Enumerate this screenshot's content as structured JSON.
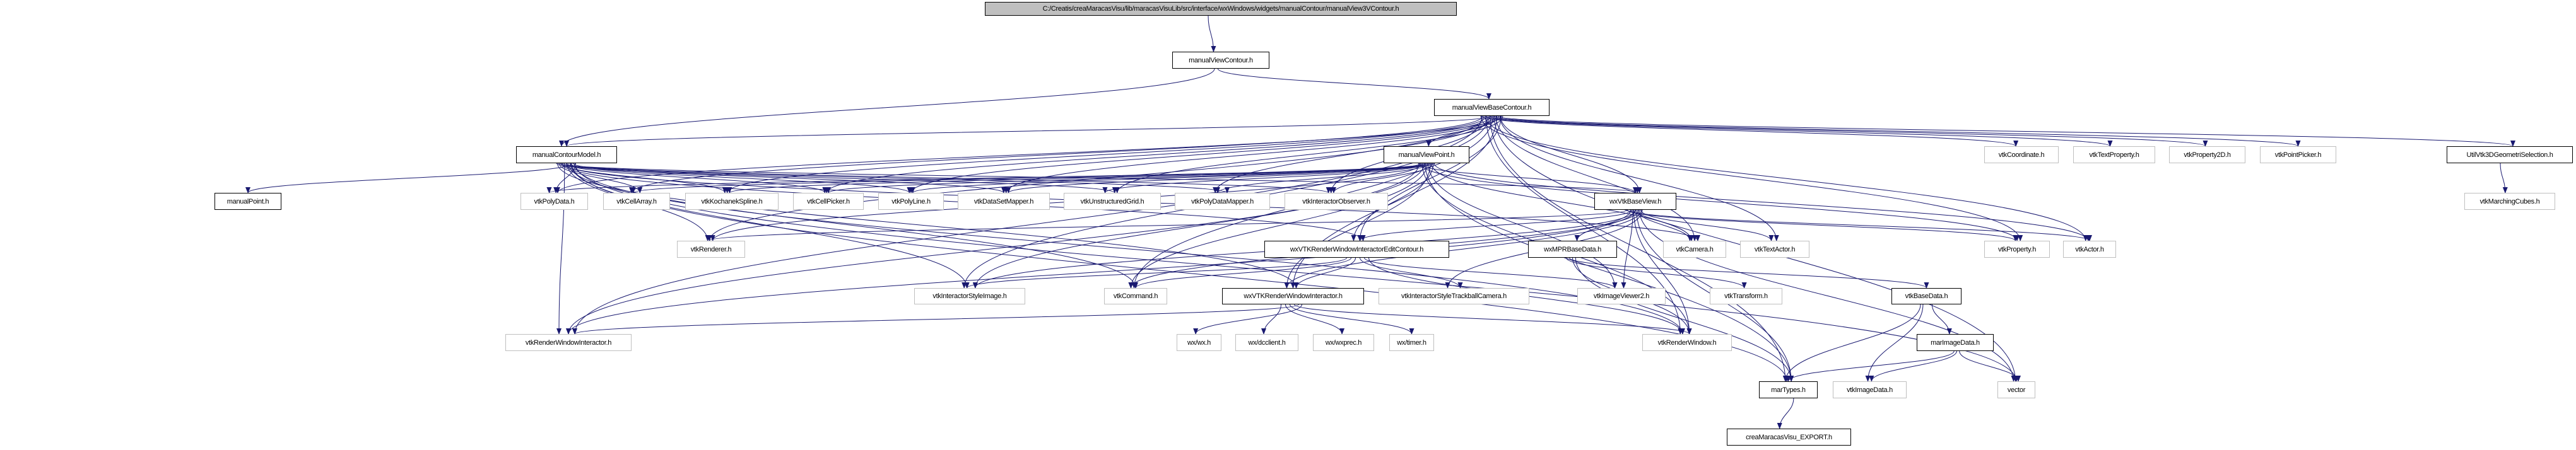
{
  "graph": {
    "edge_color": "#191970",
    "root_fill": "#bfbfbf",
    "nodes": [
      {
        "id": "root",
        "label": "C:/Creatis/creaMaracasVisu/lib/maracasVisuLib/src/interface/wxWindows/widgets/manualContour/manualView3VContour.h",
        "kind": "root"
      },
      {
        "id": "mvc",
        "label": "manualViewContour.h",
        "kind": "doc"
      },
      {
        "id": "mvbc",
        "label": "manualViewBaseContour.h",
        "kind": "doc"
      },
      {
        "id": "mcm",
        "label": "manualContourModel.h",
        "kind": "doc"
      },
      {
        "id": "mvp",
        "label": "manualViewPoint.h",
        "kind": "doc"
      },
      {
        "id": "coord",
        "label": "vtkCoordinate.h",
        "kind": "ext"
      },
      {
        "id": "textprop",
        "label": "vtkTextProperty.h",
        "kind": "ext"
      },
      {
        "id": "prop2d",
        "label": "vtkProperty2D.h",
        "kind": "ext"
      },
      {
        "id": "ptpick",
        "label": "vtkPointPicker.h",
        "kind": "ext"
      },
      {
        "id": "util3d",
        "label": "UtilVtk3DGeometriSelection.h",
        "kind": "doc"
      },
      {
        "id": "mpoint",
        "label": "manualPoint.h",
        "kind": "doc"
      },
      {
        "id": "polydata",
        "label": "vtkPolyData.h",
        "kind": "ext"
      },
      {
        "id": "cellarray",
        "label": "vtkCellArray.h",
        "kind": "ext"
      },
      {
        "id": "kochanek",
        "label": "vtkKochanekSpline.h",
        "kind": "ext"
      },
      {
        "id": "cellpick",
        "label": "vtkCellPicker.h",
        "kind": "ext"
      },
      {
        "id": "polyline",
        "label": "vtkPolyLine.h",
        "kind": "ext"
      },
      {
        "id": "dsmapper",
        "label": "vtkDataSetMapper.h",
        "kind": "ext"
      },
      {
        "id": "ugrid",
        "label": "vtkUnstructuredGrid.h",
        "kind": "ext"
      },
      {
        "id": "pdmapper",
        "label": "vtkPolyDataMapper.h",
        "kind": "ext"
      },
      {
        "id": "intobs",
        "label": "vtkInteractorObserver.h",
        "kind": "ext"
      },
      {
        "id": "wxbase",
        "label": "wxVtkBaseView.h",
        "kind": "doc"
      },
      {
        "id": "mcubes",
        "label": "vtkMarchingCubes.h",
        "kind": "ext"
      },
      {
        "id": "renderer",
        "label": "vtkRenderer.h",
        "kind": "ext"
      },
      {
        "id": "rwiedit",
        "label": "wxVTKRenderWindowInteractorEditContour.h",
        "kind": "doc"
      },
      {
        "id": "mpr",
        "label": "wxMPRBaseData.h",
        "kind": "doc"
      },
      {
        "id": "camera",
        "label": "vtkCamera.h",
        "kind": "ext"
      },
      {
        "id": "textactor",
        "label": "vtkTextActor.h",
        "kind": "ext"
      },
      {
        "id": "property",
        "label": "vtkProperty.h",
        "kind": "ext"
      },
      {
        "id": "actor",
        "label": "vtkActor.h",
        "kind": "ext"
      },
      {
        "id": "isimage",
        "label": "vtkInteractorStyleImage.h",
        "kind": "ext"
      },
      {
        "id": "command",
        "label": "vtkCommand.h",
        "kind": "ext"
      },
      {
        "id": "wxrwi",
        "label": "wxVTKRenderWindowInteractor.h",
        "kind": "doc"
      },
      {
        "id": "trackball",
        "label": "vtkInteractorStyleTrackballCamera.h",
        "kind": "ext"
      },
      {
        "id": "viewer2",
        "label": "vtkImageViewer2.h",
        "kind": "ext"
      },
      {
        "id": "transform",
        "label": "vtkTransform.h",
        "kind": "ext"
      },
      {
        "id": "basedata",
        "label": "vtkBaseData.h",
        "kind": "doc"
      },
      {
        "id": "rwi",
        "label": "vtkRenderWindowInteractor.h",
        "kind": "ext"
      },
      {
        "id": "wxwx",
        "label": "wx/wx.h",
        "kind": "ext"
      },
      {
        "id": "dcclient",
        "label": "wx/dcclient.h",
        "kind": "ext"
      },
      {
        "id": "wxprec",
        "label": "wx/wxprec.h",
        "kind": "ext"
      },
      {
        "id": "timer",
        "label": "wx/timer.h",
        "kind": "ext"
      },
      {
        "id": "renwin",
        "label": "vtkRenderWindow.h",
        "kind": "ext"
      },
      {
        "id": "marimg",
        "label": "marImageData.h",
        "kind": "doc"
      },
      {
        "id": "martypes",
        "label": "marTypes.h",
        "kind": "doc"
      },
      {
        "id": "imgdata",
        "label": "vtkImageData.h",
        "kind": "ext"
      },
      {
        "id": "vector",
        "label": "vector",
        "kind": "ext"
      },
      {
        "id": "export",
        "label": "creaMaracasVisu_EXPORT.h",
        "kind": "doc"
      }
    ],
    "edges": [
      [
        "root",
        "mvc"
      ],
      [
        "mvc",
        "mcm"
      ],
      [
        "mvc",
        "mvbc"
      ],
      [
        "mvbc",
        "mcm"
      ],
      [
        "mvbc",
        "mvp"
      ],
      [
        "mvbc",
        "wxbase"
      ],
      [
        "mvbc",
        "coord"
      ],
      [
        "mvbc",
        "textprop"
      ],
      [
        "mvbc",
        "prop2d"
      ],
      [
        "mvbc",
        "ptpick"
      ],
      [
        "mvbc",
        "util3d"
      ],
      [
        "mvbc",
        "polydata"
      ],
      [
        "mvbc",
        "cellarray"
      ],
      [
        "mvbc",
        "kochanek"
      ],
      [
        "mvbc",
        "cellpick"
      ],
      [
        "mvbc",
        "polyline"
      ],
      [
        "mvbc",
        "dsmapper"
      ],
      [
        "mvbc",
        "ugrid"
      ],
      [
        "mvbc",
        "pdmapper"
      ],
      [
        "mvbc",
        "intobs"
      ],
      [
        "mvbc",
        "renderer"
      ],
      [
        "mvbc",
        "camera"
      ],
      [
        "mvbc",
        "textactor"
      ],
      [
        "mvbc",
        "property"
      ],
      [
        "mvbc",
        "actor"
      ],
      [
        "mvbc",
        "isimage"
      ],
      [
        "mvbc",
        "command"
      ],
      [
        "mvbc",
        "wxrwi"
      ],
      [
        "mvbc",
        "rwiedit"
      ],
      [
        "mvbc",
        "rwi"
      ],
      [
        "mvbc",
        "renwin"
      ],
      [
        "mvbc",
        "martypes"
      ],
      [
        "mvbc",
        "vector"
      ],
      [
        "mcm",
        "mpoint"
      ],
      [
        "mcm",
        "polydata"
      ],
      [
        "mcm",
        "cellarray"
      ],
      [
        "mcm",
        "kochanek"
      ],
      [
        "mcm",
        "cellpick"
      ],
      [
        "mcm",
        "polyline"
      ],
      [
        "mcm",
        "dsmapper"
      ],
      [
        "mcm",
        "ugrid"
      ],
      [
        "mcm",
        "pdmapper"
      ],
      [
        "mcm",
        "intobs"
      ],
      [
        "mcm",
        "renderer"
      ],
      [
        "mcm",
        "isimage"
      ],
      [
        "mcm",
        "command"
      ],
      [
        "mcm",
        "wxrwi"
      ],
      [
        "mcm",
        "rwiedit"
      ],
      [
        "mcm",
        "rwi"
      ],
      [
        "mcm",
        "renwin"
      ],
      [
        "mcm",
        "martypes"
      ],
      [
        "mcm",
        "vector"
      ],
      [
        "mcm",
        "wxbase"
      ],
      [
        "mcm",
        "camera"
      ],
      [
        "mvp",
        "polydata"
      ],
      [
        "mvp",
        "cellarray"
      ],
      [
        "mvp",
        "kochanek"
      ],
      [
        "mvp",
        "cellpick"
      ],
      [
        "mvp",
        "polyline"
      ],
      [
        "mvp",
        "dsmapper"
      ],
      [
        "mvp",
        "ugrid"
      ],
      [
        "mvp",
        "pdmapper"
      ],
      [
        "mvp",
        "intobs"
      ],
      [
        "mvp",
        "wxbase"
      ],
      [
        "mvp",
        "renderer"
      ],
      [
        "mvp",
        "isimage"
      ],
      [
        "mvp",
        "command"
      ],
      [
        "mvp",
        "wxrwi"
      ],
      [
        "mvp",
        "rwiedit"
      ],
      [
        "mvp",
        "rwi"
      ],
      [
        "mvp",
        "renwin"
      ],
      [
        "mvp",
        "martypes"
      ],
      [
        "mvp",
        "viewer2"
      ],
      [
        "mvp",
        "camera"
      ],
      [
        "mvp",
        "actor"
      ],
      [
        "mvp",
        "property"
      ],
      [
        "wxbase",
        "rwiedit"
      ],
      [
        "wxbase",
        "mpr"
      ],
      [
        "wxbase",
        "camera"
      ],
      [
        "wxbase",
        "textactor"
      ],
      [
        "wxbase",
        "property"
      ],
      [
        "wxbase",
        "actor"
      ],
      [
        "wxbase",
        "viewer2"
      ],
      [
        "wxbase",
        "isimage"
      ],
      [
        "wxbase",
        "command"
      ],
      [
        "wxbase",
        "wxrwi"
      ],
      [
        "wxbase",
        "renderer"
      ],
      [
        "wxbase",
        "rwi"
      ],
      [
        "wxbase",
        "renwin"
      ],
      [
        "wxbase",
        "martypes"
      ],
      [
        "wxbase",
        "vector"
      ],
      [
        "wxbase",
        "trackball"
      ],
      [
        "rwiedit",
        "isimage"
      ],
      [
        "rwiedit",
        "command"
      ],
      [
        "rwiedit",
        "wxrwi"
      ],
      [
        "rwiedit",
        "trackball"
      ],
      [
        "rwiedit",
        "viewer2"
      ],
      [
        "rwiedit",
        "renwin"
      ],
      [
        "mpr",
        "transform"
      ],
      [
        "mpr",
        "basedata"
      ],
      [
        "mpr",
        "renwin"
      ],
      [
        "mpr",
        "martypes"
      ],
      [
        "wxrwi",
        "wxwx"
      ],
      [
        "wxrwi",
        "dcclient"
      ],
      [
        "wxrwi",
        "wxprec"
      ],
      [
        "wxrwi",
        "timer"
      ],
      [
        "wxrwi",
        "renwin"
      ],
      [
        "wxrwi",
        "rwi"
      ],
      [
        "basedata",
        "marimg"
      ],
      [
        "basedata",
        "martypes"
      ],
      [
        "basedata",
        "imgdata"
      ],
      [
        "marimg",
        "martypes"
      ],
      [
        "marimg",
        "imgdata"
      ],
      [
        "marimg",
        "vector"
      ],
      [
        "martypes",
        "export"
      ],
      [
        "util3d",
        "mcubes"
      ]
    ]
  }
}
